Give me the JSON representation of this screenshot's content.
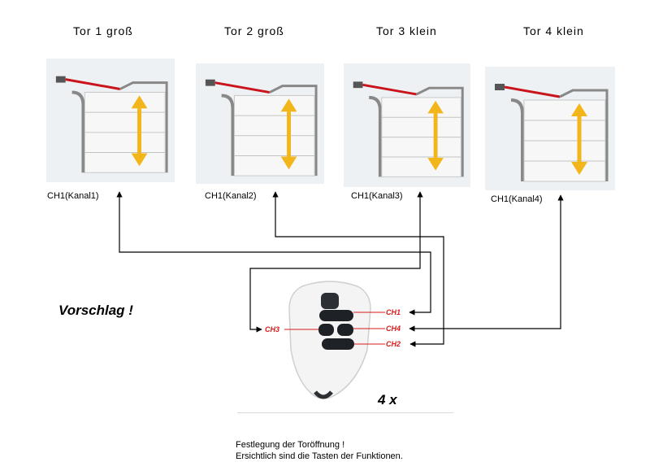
{
  "gates": [
    {
      "title": "Tor 1  groß",
      "channel_label": "CH1(Kanal1)"
    },
    {
      "title": "Tor 2  groß",
      "channel_label": "CH1(Kanal2)"
    },
    {
      "title": "Tor 3 klein",
      "channel_label": "CH1(Kanal3)"
    },
    {
      "title": "Tor 4 klein",
      "channel_label": "CH1(Kanal4)"
    }
  ],
  "remote": {
    "buttons": {
      "ch1": "CH1",
      "ch2": "CH2",
      "ch3": "CH3",
      "ch4": "CH4"
    },
    "count": "4 x"
  },
  "proposal": "Vorschlag !",
  "notes": [
    "Festlegung der Toröffnung !",
    "Ersichtlich sind die Tasten der Funktionen."
  ],
  "colors": {
    "rail": "#c9141c",
    "arrow": "#f2b61b",
    "button_label": "#d81b1b",
    "line": "#000000"
  }
}
